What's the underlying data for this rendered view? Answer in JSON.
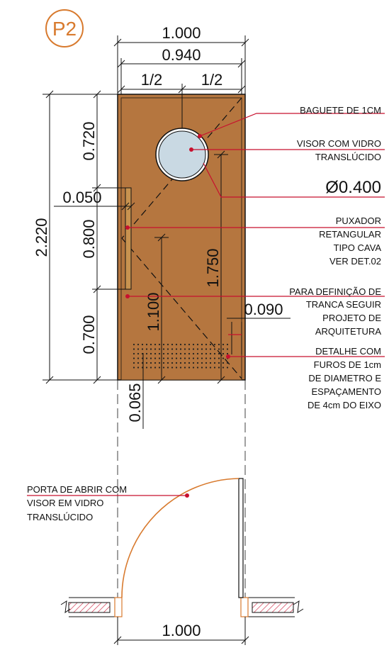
{
  "tag": "P2",
  "colors": {
    "door": "#b5763f",
    "accent": "#d87a2e",
    "leader": "#c8102e",
    "glass": "#c9d9e3"
  },
  "dims": {
    "overall_width": "1.000",
    "leaf_width": "0.940",
    "half_left": "1/2",
    "half_right": "1/2",
    "top_height": "0.720",
    "gap": "0.050",
    "handle_height": "0.800",
    "total_height": "2.220",
    "bottom_height": "0.700",
    "visor_center_height": "1.750",
    "handle_center_height": "1.100",
    "edge_offset": "0.090",
    "side_offset": "0.065",
    "visor_diameter": "Ø0.400",
    "plan_width": "1.000"
  },
  "notes": {
    "baguete": [
      "BAGUETE DE 1CM"
    ],
    "visor": [
      "VISOR COM VIDRO",
      "TRANSLÚCIDO"
    ],
    "puxador": [
      "PUXADOR",
      "RETANGULAR",
      "TIPO CAVA",
      "VER DET.02"
    ],
    "tranca": [
      "PARA DEFINIÇÃO DE",
      "TRANCA SEGUIR",
      "PROJETO DE",
      "ARQUITETURA"
    ],
    "furos": [
      "DETALHE COM",
      "FUROS DE 1cm",
      "DE DIAMETRO E",
      "ESPAÇAMENTO",
      "DE 4cm DO EIXO"
    ],
    "plan": [
      "PORTA DE ABRIR COM",
      "VISOR EM VIDRO",
      "TRANSLÚCIDO"
    ]
  }
}
